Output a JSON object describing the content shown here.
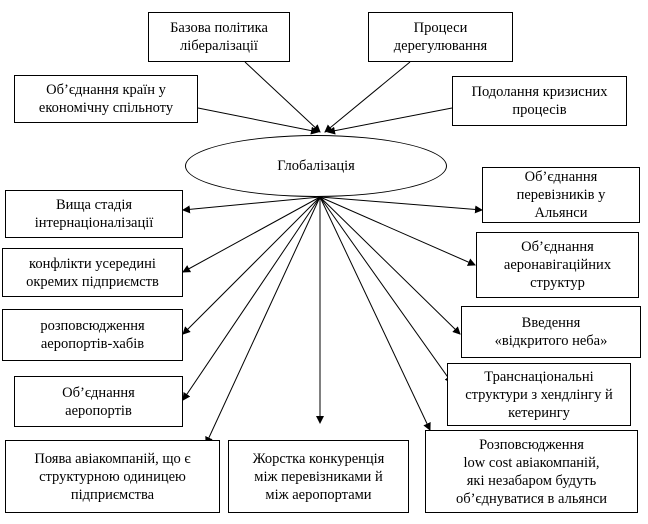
{
  "center": {
    "label": "Глобалізація"
  },
  "inputs": [
    {
      "id": "in1",
      "label": "Базова політика\nлібералізації"
    },
    {
      "id": "in2",
      "label": "Процеси\nдерегулювання"
    },
    {
      "id": "in3",
      "label": "Об’єднання країн у\nекономічну спільноту"
    },
    {
      "id": "in4",
      "label": "Подолання кризисних\nпроцесів"
    }
  ],
  "outputs": [
    {
      "id": "out1",
      "label": "Вища стадія\nінтернаціоналізації"
    },
    {
      "id": "out2",
      "label": "конфлікти усередині\nокремих підприємств"
    },
    {
      "id": "out3",
      "label": "розповсюдження\nаеропортів-хабів"
    },
    {
      "id": "out4",
      "label": "Об’єднання\nаеропортів"
    },
    {
      "id": "out5",
      "label": "Поява авіакомпаній, що є\nструктурною одиницею\nпідприємства"
    },
    {
      "id": "out6",
      "label": "Жорстка конкуренція\nміж перевізниками й\nміж аеропортами"
    },
    {
      "id": "out7",
      "label": "Розповсюдження\nlow cost авіакомпаній,\nякі незабаром  будуть\nоб’єднуватися в альянси"
    },
    {
      "id": "out8",
      "label": "Транснаціональні\nструктури з хендлінгу й\nкетерингу"
    },
    {
      "id": "out9",
      "label": "Введення\n«відкритого неба»"
    },
    {
      "id": "out10",
      "label": "Об’єднання\nаеронавігаційних\nструктур"
    },
    {
      "id": "out11",
      "label": "Об’єднання\nперевізників у\nАльянси"
    }
  ]
}
